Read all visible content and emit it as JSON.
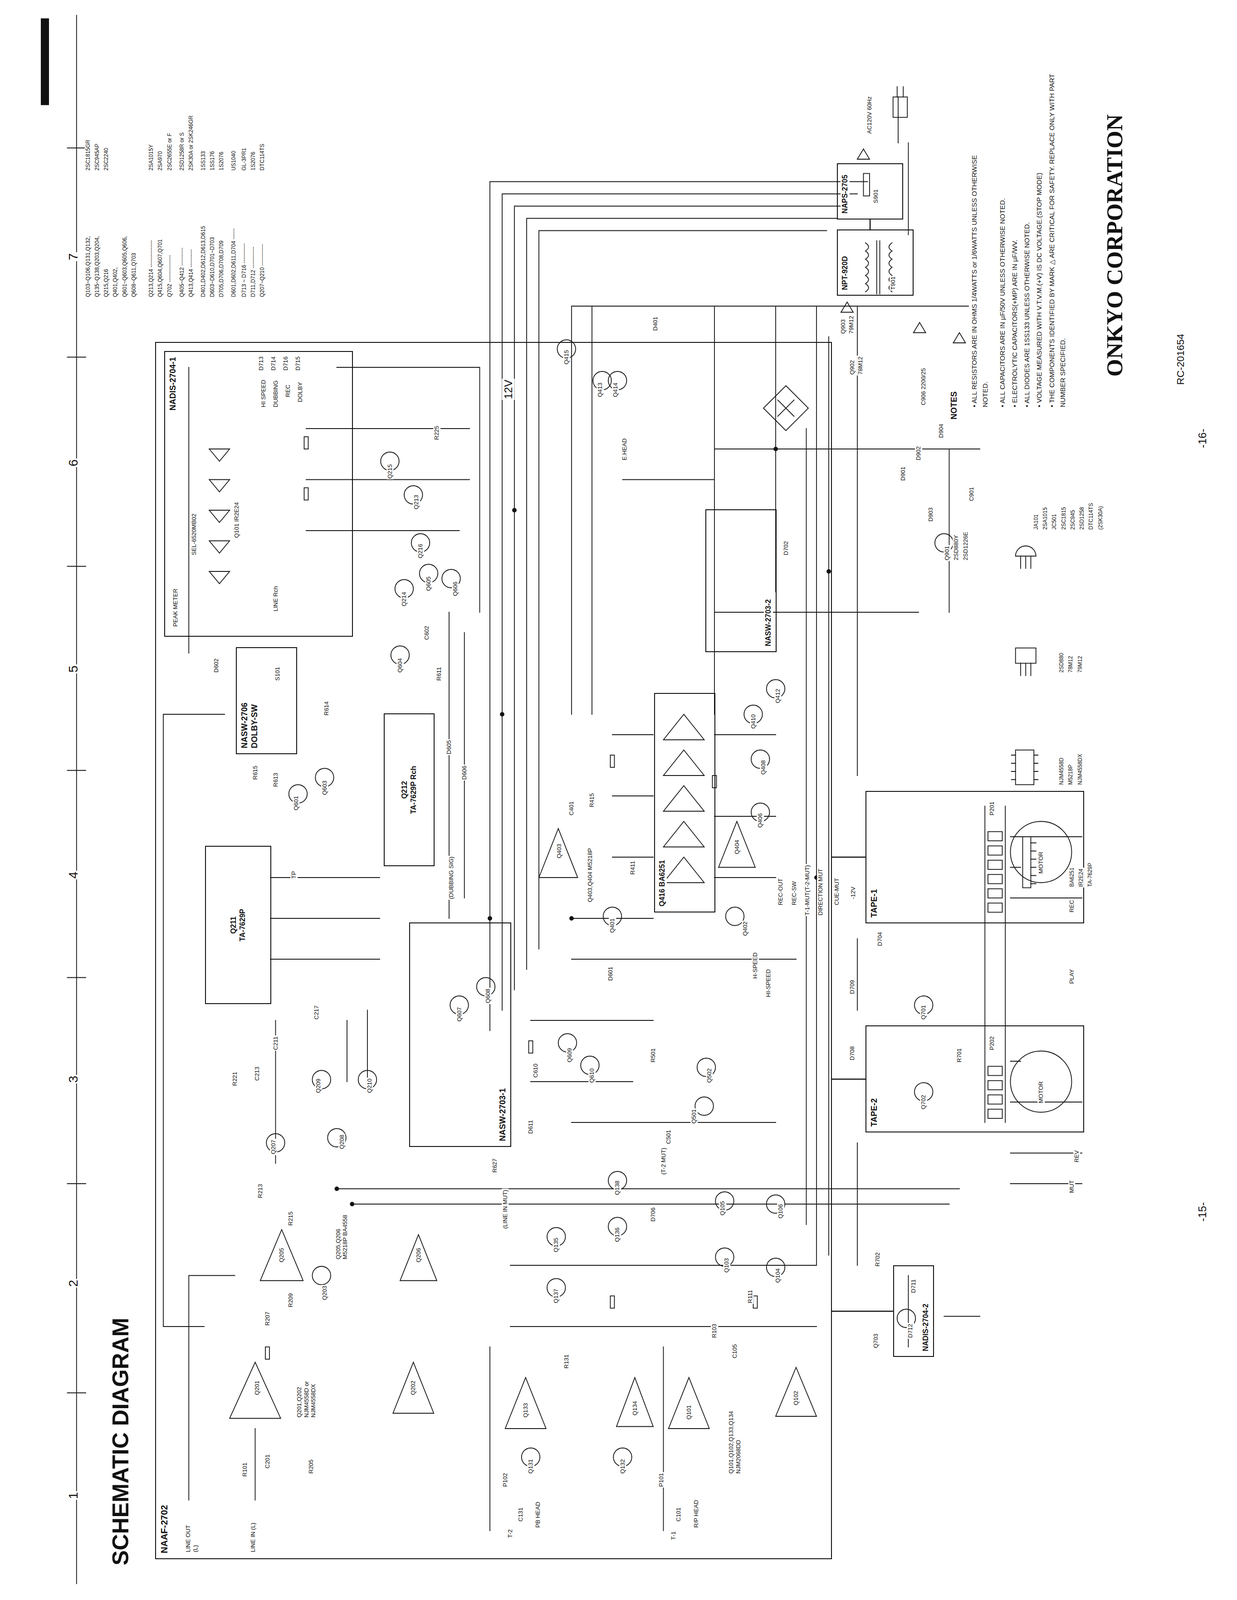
{
  "diagram": {
    "title": "SCHEMATIC DIAGRAM",
    "nodes": [
      {
        "text": [
          "NAAF-2702"
        ]
      },
      {
        "text": [
          "NADIS-2704-1"
        ],
        "in": 0
      },
      {
        "text": [
          "NASW-2706",
          "DOLBY-SW"
        ],
        "in": 0
      },
      {
        "text": [
          "Q212",
          "TA-7629P Rch"
        ],
        "in": 0
      },
      {
        "text": [
          "Q211",
          "TA-7629P"
        ],
        "in": 0
      },
      {
        "text": [
          "NASW-2703-2"
        ],
        "in": 0
      },
      {
        "text": [
          "NASW-2703-1"
        ],
        "in": 0
      },
      {
        "text": [
          "Q416 BA6251"
        ],
        "in": 0
      },
      {
        "text": [
          "NAPS-2705"
        ]
      },
      {
        "text": [
          "NPT-920D"
        ]
      },
      {
        "text": [
          "TAPE-1"
        ]
      },
      {
        "text": [
          "TAPE-2"
        ]
      },
      {
        "text": [
          "NADIS-2704-2"
        ]
      }
    ],
    "edges": [
      {
        "from": 8,
        "to": 9,
        "arrow": "none"
      },
      {
        "from": 10,
        "to": 0,
        "arrow": "none"
      },
      {
        "from": 11,
        "to": 0,
        "arrow": "none"
      },
      {
        "from": 12,
        "to": 0,
        "arrow": "none"
      }
    ],
    "labels": [
      "1",
      "2",
      "3",
      "4",
      "5",
      "6",
      "7",
      "ONKYO CORPORATION",
      "RC-201654",
      "-15-",
      "-16-",
      "NOTES",
      "• ALL RESISTORS ARE IN OHMS 1/4WATTS or 1/6WATTS UNLESS OTHERWISE NOTED.",
      "• ALL CAPACITORS ARE IN µF/50V UNLESS OTHERWISE NOTED.",
      "• ELECTROLYTIC CAPACITORS(+MP) ARE IN µF/WV.",
      "• ALL DIODES ARE 1SS133 UNLESS OTHERWISE NOTED.",
      "• VOLTAGE MEASURED WITH V.T.V.M.(+V) IS DC VOLTAGE.(STOP MODE)",
      "• THE COMPONENTS IDENTIFIED BY MARK △ ARE CRITICAL FOR SAFETY. REPLACE ONLY WITH PART NUMBER SPECIFIED.",
      "Q103~Q106,Q131,Q132,",
      "Q135~Q138,Q203,Q204,",
      "Q215,Q216",
      "Q401,Q402,",
      "Q601~Q603,Q605,Q606,",
      "Q608~Q611,Q703",
      "Q213,Q214 ---------------",
      "Q415,Q604,Q607,Q701",
      "Q702 ---------------",
      "Q405~Q412 ----------",
      "Q413,Q414 ----------",
      "D401,D402,D612,D613,D615",
      "D603~D610,D701~D703",
      "D705,D706,D708,D709",
      "D601,D602,D611,D704 ------",
      "D713 ~ D716 -----------",
      "D711,D712 ------------",
      "Q207~Q210 ------------",
      "2SC1815GR",
      "2SC945AP",
      "2SC2240",
      "2SA1015Y",
      "2SA970",
      "2SC2655E or F",
      "2SD1258R or S",
      "2SK30A or 2SK246GR",
      "1SS133",
      "1SS176",
      "1S2076",
      "US1040",
      "GL-3PR1",
      "1S2076",
      "DTC114TS",
      "JA101",
      "2SA1015",
      "JC501",
      "2SC1815",
      "2SC945",
      "2SD1258",
      "DTC114TS",
      "(2SK30A)",
      "2SD880",
      "78M12",
      "79M12",
      "NJM4558D",
      "M5218P",
      "NJM4558DX",
      "BA6251",
      "IR2E24",
      "TA-7629P",
      "LINE OUT (L)",
      "LINE IN (L)",
      "R101",
      "C201",
      "Q201",
      "Q201,Q202 NJM4558D or NJM4558DX",
      "Q202",
      "R207",
      "R209",
      "Q203",
      "Q205",
      "Q206",
      "Q205,Q206 M5218P BA4558",
      "R213",
      "Q207",
      "Q208",
      "Q209",
      "Q210",
      "C211",
      "TP",
      "R221",
      "C217",
      "Q601",
      "Q603",
      "R615",
      "D602",
      "S101",
      "Q604",
      "Q605",
      "Q606",
      "Q213",
      "Q214",
      "Q215",
      "Q216",
      "PEAK METER",
      "Q101 IR2E24",
      "SEL-6520MB02",
      "HI SPEED",
      "DUBBING",
      "REC",
      "DOLBY",
      "D713",
      "D714",
      "D716",
      "D715",
      "LINE Rch",
      "(DUBBING SIG)",
      "D605",
      "D606",
      "12V",
      "E.HEAD",
      "Q413",
      "Q414",
      "Q415",
      "D401",
      "Q403",
      "Q403,Q404 M5218P",
      "Q404",
      "Q401",
      "Q402",
      "Q406",
      "Q408",
      "Q410",
      "Q412",
      "Q607",
      "Q608",
      "Q609",
      "Q610",
      "D611",
      "(LINE IN MUT)",
      "(T-2 MUT)",
      "Q131",
      "Q133",
      "Q134",
      "Q132",
      "Q101",
      "Q102",
      "Q101,Q102,Q133,Q134 NJM2068DD",
      "Q135",
      "Q137",
      "Q136",
      "Q138",
      "Q103",
      "Q104",
      "Q105",
      "Q106",
      "PB HEAD",
      "T-2",
      "R/P HEAD",
      "T-1",
      "P102",
      "P101",
      "Q501",
      "Q502",
      "REC-OUT",
      "REC-SW",
      "T-1-MUT(T-2-MUT)",
      "DIRECTION MUT",
      "CUE-MUT",
      "-12V",
      "H-SPEED",
      "HI-SPEED",
      "Q701",
      "Q702",
      "MOTOR",
      "MOTOR",
      "P201",
      "P202",
      "REC",
      "PLAY",
      "REV",
      "MUT",
      "D601",
      "D704",
      "D702",
      "D708",
      "D709",
      "D706",
      "Q703",
      "D711",
      "D712",
      "AC120V 60Hz",
      "S901",
      "T901",
      "Q902",
      "78M12",
      "Q903",
      "79M12",
      "D904",
      "C906 2200/25",
      "Q901",
      "2SD880Y",
      "2SD1226E",
      "D903",
      "C901",
      "D901",
      "D902",
      "R225",
      "C602",
      "R611",
      "R613",
      "R614",
      "C213",
      "R215",
      "C401",
      "R411",
      "R415",
      "C501",
      "R501",
      "C610",
      "R627",
      "R701",
      "R702",
      "C131",
      "C101",
      "R131",
      "R103",
      "C105",
      "R111",
      "R205"
    ]
  }
}
